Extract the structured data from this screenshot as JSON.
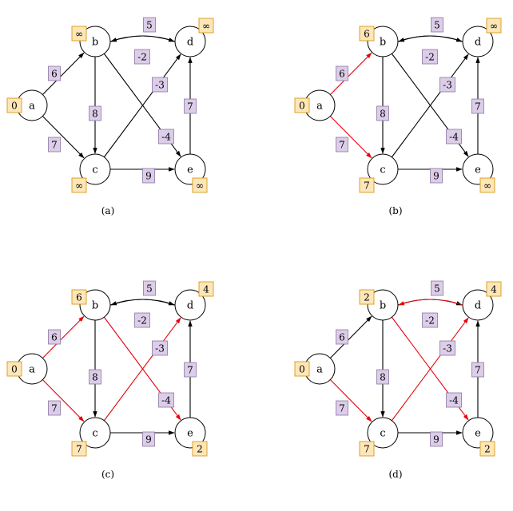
{
  "panels": [
    {
      "caption": "(a)",
      "distances": {
        "a": "0",
        "b": "∞",
        "c": "∞",
        "d": "∞",
        "e": "∞"
      },
      "red_edges": []
    },
    {
      "caption": "(b)",
      "distances": {
        "a": "0",
        "b": "6",
        "c": "7",
        "d": "∞",
        "e": "∞"
      },
      "red_edges": [
        "a-b",
        "a-c"
      ]
    },
    {
      "caption": "(c)",
      "distances": {
        "a": "0",
        "b": "6",
        "c": "7",
        "d": "4",
        "e": "2"
      },
      "red_edges": [
        "a-b",
        "a-c",
        "c-d",
        "b-e"
      ]
    },
    {
      "caption": "(d)",
      "distances": {
        "a": "0",
        "b": "2",
        "c": "7",
        "d": "4",
        "e": "2"
      },
      "red_edges": [
        "a-c",
        "c-d",
        "d-b",
        "b-e"
      ]
    }
  ],
  "nodes": [
    "a",
    "b",
    "c",
    "d",
    "e"
  ],
  "edges": [
    {
      "id": "a-b",
      "from": "a",
      "to": "b",
      "weight": "6"
    },
    {
      "id": "a-c",
      "from": "a",
      "to": "c",
      "weight": "7"
    },
    {
      "id": "b-c",
      "from": "b",
      "to": "c",
      "weight": "8"
    },
    {
      "id": "b-d",
      "from": "b",
      "to": "d",
      "weight": "5"
    },
    {
      "id": "d-b",
      "from": "d",
      "to": "b",
      "weight": "-2"
    },
    {
      "id": "c-d",
      "from": "c",
      "to": "d",
      "weight": "-3"
    },
    {
      "id": "b-e",
      "from": "b",
      "to": "e",
      "weight": "-4"
    },
    {
      "id": "c-e",
      "from": "c",
      "to": "e",
      "weight": "9"
    },
    {
      "id": "e-d",
      "from": "e",
      "to": "d",
      "weight": "7"
    }
  ],
  "colors": {
    "edge": "#000000",
    "highlight": "#e8000b",
    "weight_fill": "#dccde8",
    "weight_stroke": "#8d76a4",
    "distance_fill": "#fde6b8",
    "distance_stroke": "#d99a1a"
  }
}
